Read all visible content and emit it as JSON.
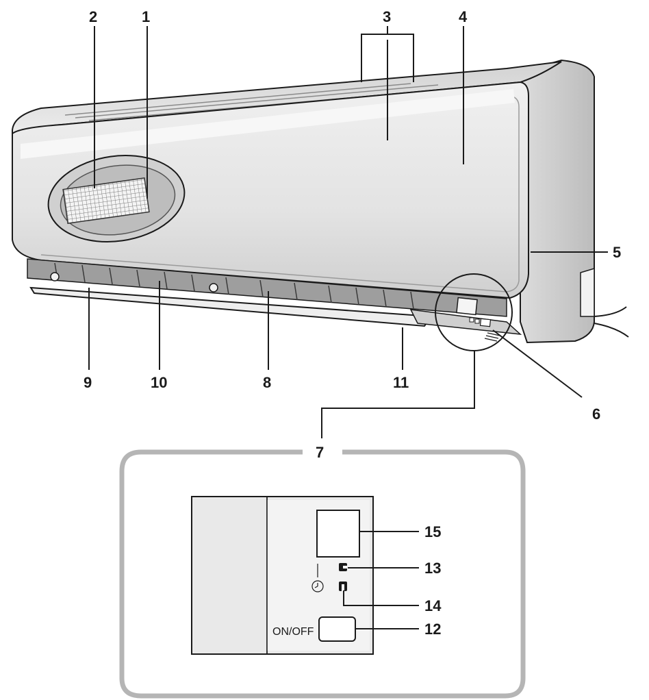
{
  "callouts": {
    "c1": "1",
    "c2": "2",
    "c3": "3",
    "c4": "4",
    "c5": "5",
    "c6": "6",
    "c7": "7",
    "c8": "8",
    "c9": "9",
    "c10": "10",
    "c11": "11",
    "c12": "12",
    "c13": "13",
    "c14": "14",
    "c15": "15"
  },
  "panel": {
    "on_off_label": "ON/OFF"
  },
  "icons": {
    "timer": "clock-icon",
    "louver_pivot": "pivot-icon"
  },
  "colors": {
    "line": "#1a1a1a",
    "unit_body": "#e4e4e4",
    "unit_shadow": "#bdbdbd",
    "frame": "#b5b5b5",
    "panel_fill": "#e9e9e9"
  }
}
